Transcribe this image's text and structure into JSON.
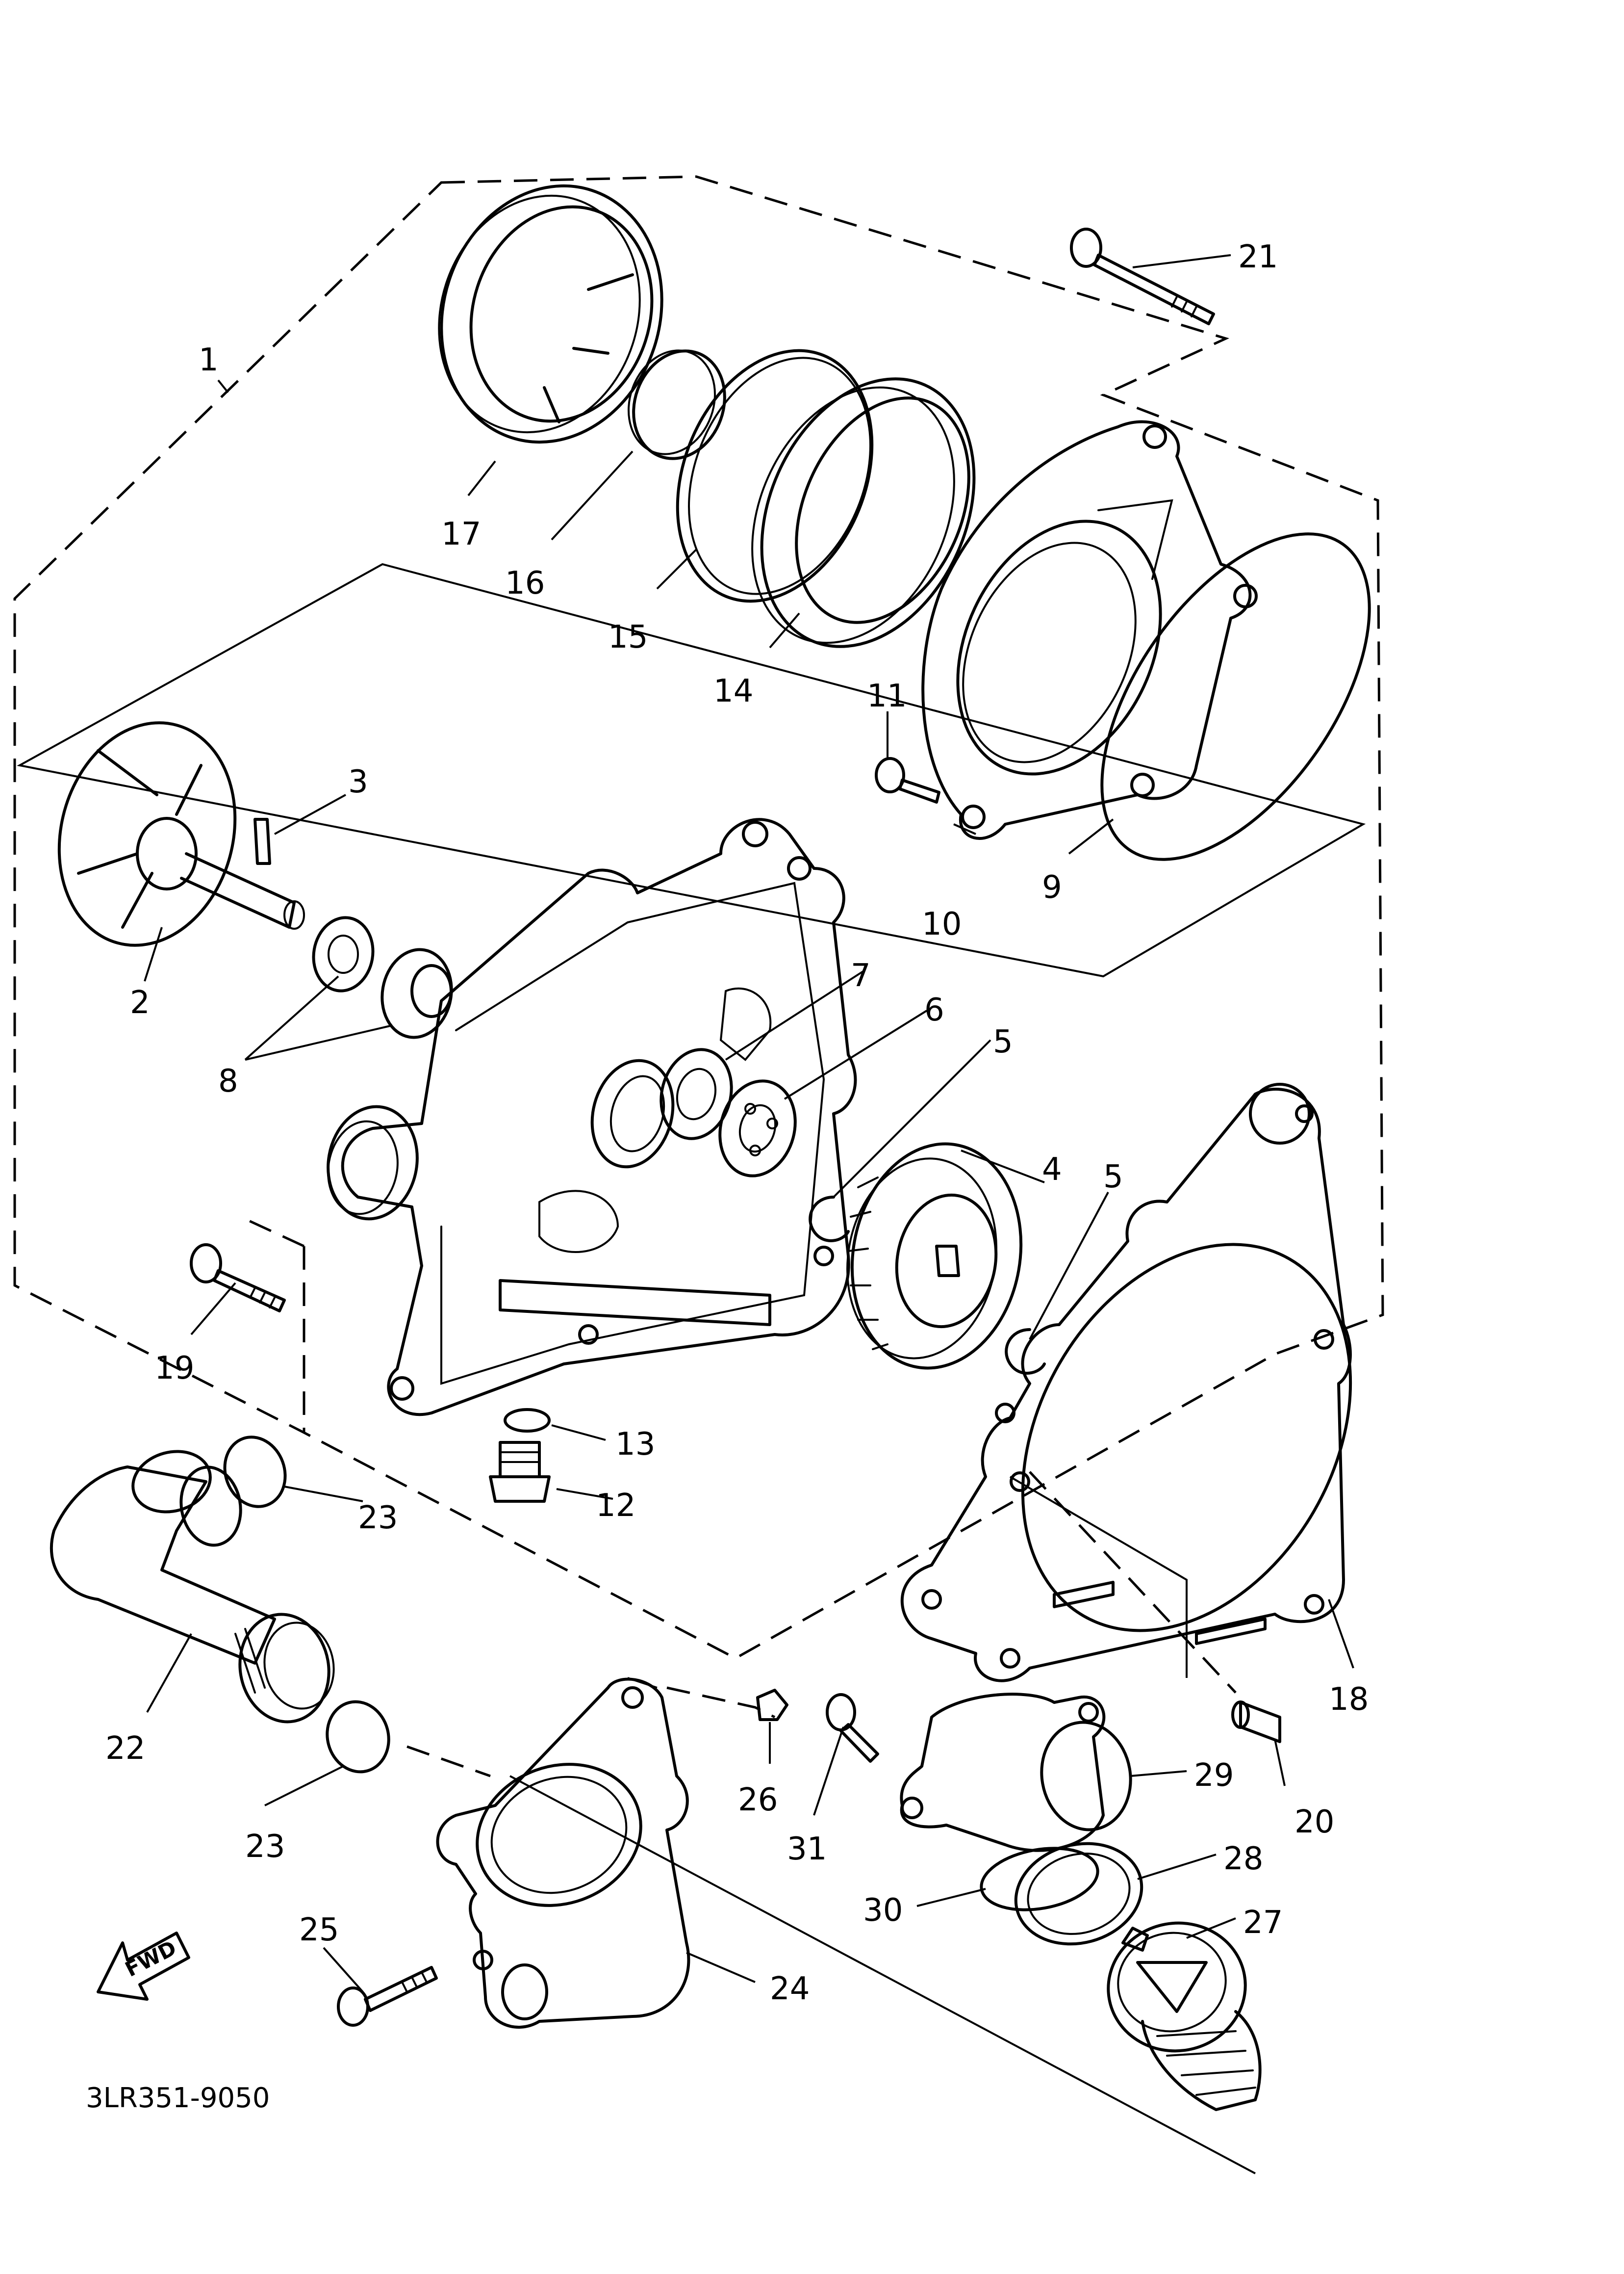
{
  "diagram": {
    "drawing_code": "3LR351-9050",
    "direction_label": "FWD",
    "callouts": [
      "1",
      "2",
      "3",
      "4",
      "5",
      "6",
      "7",
      "8",
      "9",
      "10",
      "11",
      "12",
      "13",
      "14",
      "15",
      "16",
      "17",
      "18",
      "19",
      "20",
      "21",
      "22",
      "23",
      "24",
      "25",
      "26",
      "27",
      "28",
      "29",
      "30",
      "31"
    ]
  }
}
